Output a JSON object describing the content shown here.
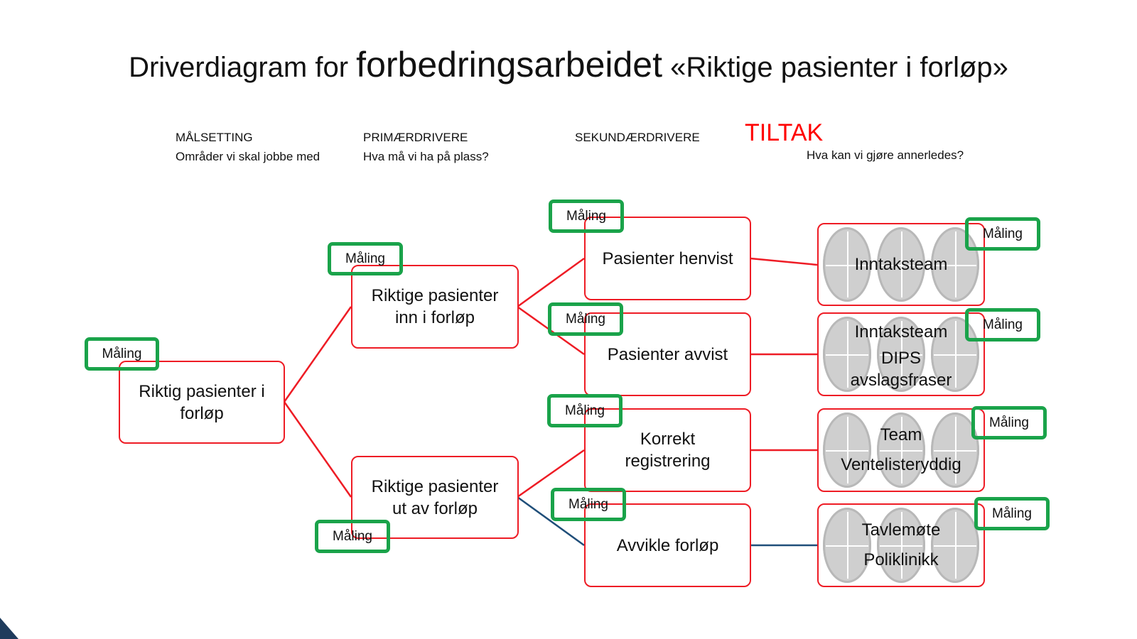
{
  "title": {
    "part1": "Driverdiagram for",
    "part2": "forbedringsarbeidet",
    "part3": "«Riktige pasienter i forløp»"
  },
  "columns": {
    "malsetting": {
      "heading": "MÅLSETTING",
      "sub": "Områder vi skal jobbe med"
    },
    "primaer": {
      "heading": "PRIMÆRDRIVERE",
      "sub": "Hva må vi ha på plass?"
    },
    "sekundaer": {
      "heading": "SEKUNDÆRDRIVERE"
    },
    "tiltak": {
      "heading": "TILTAK",
      "sub": "Hva kan vi gjøre annerledes?"
    }
  },
  "maling_label": "Måling",
  "goal": {
    "label": "Riktig pasienter i\nforløp"
  },
  "primary": [
    {
      "label": "Riktige pasienter\ninn i forløp"
    },
    {
      "label": "Riktige pasienter\nut av forløp"
    }
  ],
  "secondary": [
    {
      "label": "Pasienter henvist"
    },
    {
      "label": "Pasienter avvist"
    },
    {
      "label": "Korrekt\nregistrering"
    },
    {
      "label": "Avvikle forløp"
    }
  ],
  "tiltak": [
    {
      "lines": [
        "Inntaksteam"
      ]
    },
    {
      "lines": [
        "Inntaksteam",
        "DIPS",
        "avslagsfraser"
      ]
    },
    {
      "lines": [
        "Team",
        "Ventelisteryddig"
      ]
    },
    {
      "lines": [
        "Tavlemøte",
        "Poliklinikk"
      ]
    }
  ],
  "colors": {
    "box_border": "#ee1c25",
    "measure_border": "#1aa34a",
    "tiltak_heading": "#ff0000",
    "link_red": "#ee1c25",
    "link_blue": "#1f4e79"
  }
}
